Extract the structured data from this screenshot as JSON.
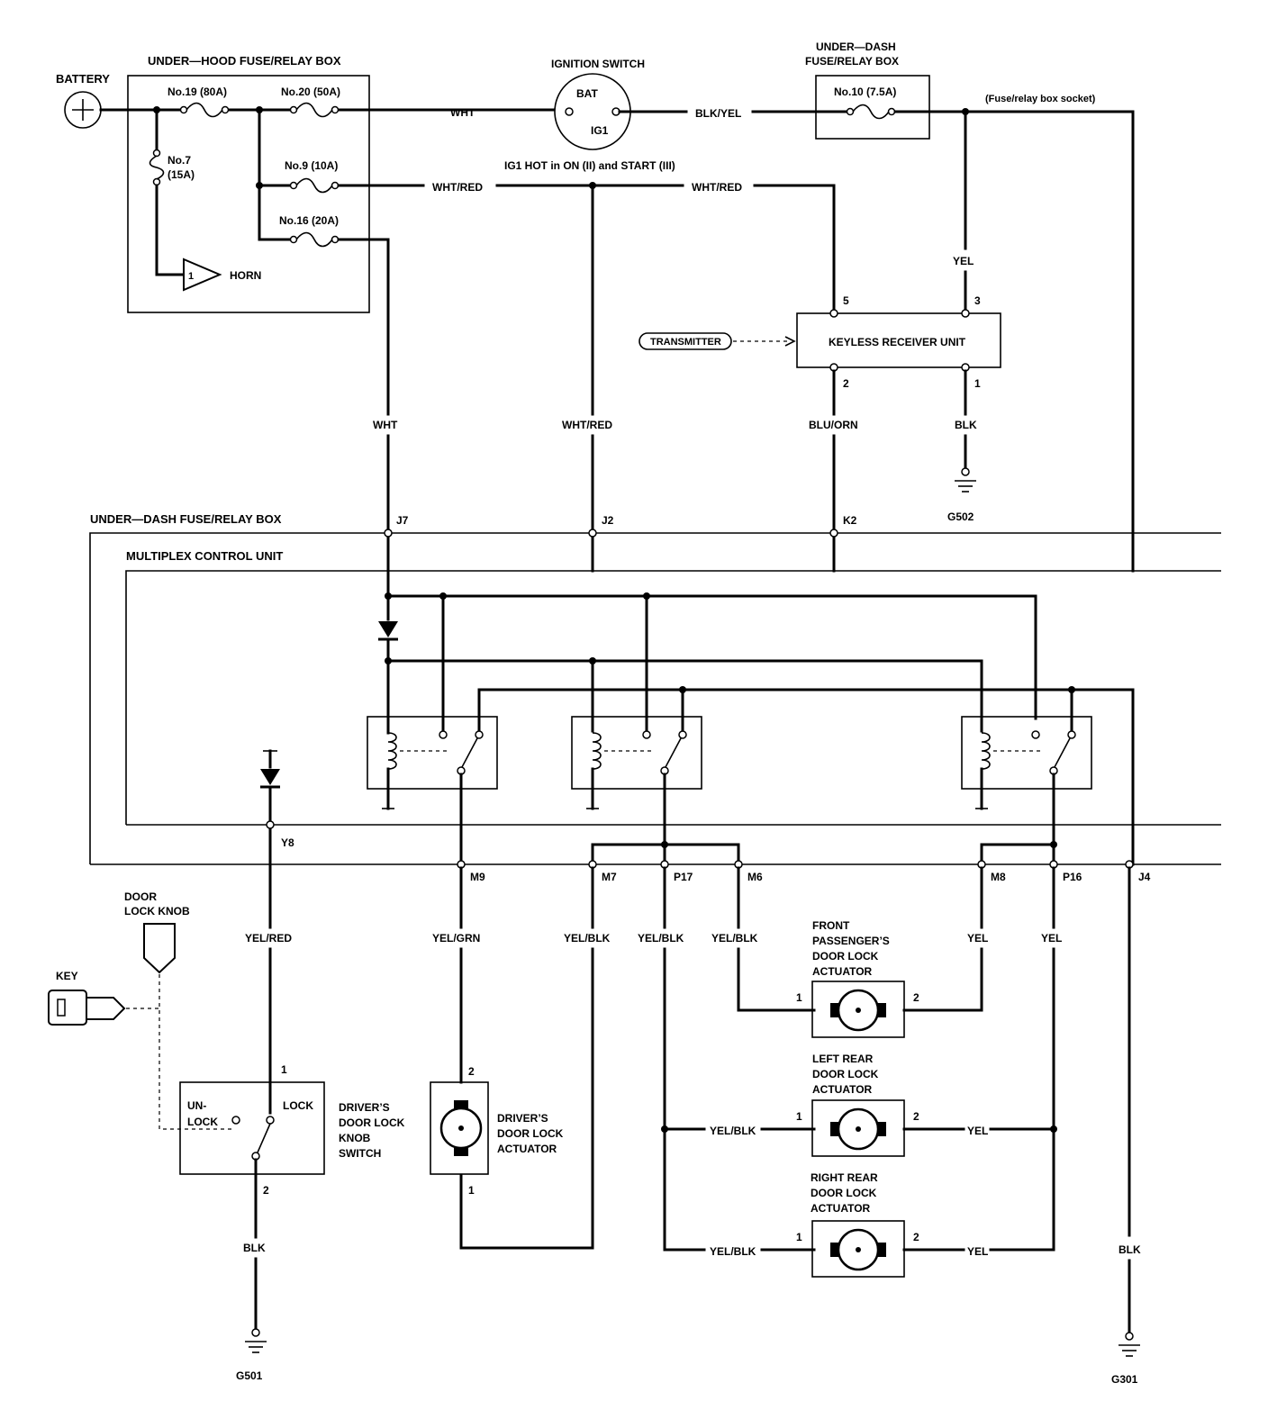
{
  "battery": {
    "label": "BATTERY"
  },
  "underhood": {
    "title": "UNDER—HOOD FUSE/RELAY BOX",
    "fuse19": "No.19 (80A)",
    "fuse20": "No.20 (50A)",
    "fuse7": "No.7",
    "fuse7_amp": "(15A)",
    "fuse9": "No.9 (10A)",
    "fuse16": "No.16 (20A)",
    "horn": "HORN",
    "horn_pin": "1"
  },
  "ignition": {
    "title": "IGNITION SWITCH",
    "bat": "BAT",
    "ig1": "IG1",
    "hot_note": "IG1 HOT in ON (II) and START (III)"
  },
  "underdash_top": {
    "title_line1": "UNDER—DASH",
    "title_line2": "FUSE/RELAY BOX",
    "fuse10": "No.10 (7.5A)",
    "socket": "(Fuse/relay box socket)"
  },
  "keyless": {
    "title": "KEYLESS RECEIVER UNIT",
    "transmitter": "TRANSMITTER",
    "pin5": "5",
    "pin3": "3",
    "pin2": "2",
    "pin1": "1"
  },
  "wires": {
    "wht": "WHT",
    "blk_yel": "BLK/YEL",
    "wht_red": "WHT/RED",
    "yel": "YEL",
    "blu_orn": "BLU/ORN",
    "blk": "BLK",
    "yel_red": "YEL/RED",
    "yel_grn": "YEL/GRN",
    "yel_blk": "YEL/BLK"
  },
  "grounds": {
    "g502": "G502",
    "g501": "G501",
    "g301": "G301"
  },
  "underdash_box": {
    "title": "UNDER—DASH FUSE/RELAY BOX"
  },
  "mcu": {
    "title": "MULTIPLEX CONTROL UNIT"
  },
  "connectors": {
    "j7": "J7",
    "j2": "J2",
    "k2": "K2",
    "y8": "Y8",
    "m9": "M9",
    "m7": "M7",
    "p17": "P17",
    "m6": "M6",
    "m8": "M8",
    "p16": "P16",
    "j4": "J4"
  },
  "knob": {
    "line1": "DOOR",
    "line2": "LOCK KNOB"
  },
  "key": {
    "label": "KEY"
  },
  "driver_switch": {
    "un": "UN-",
    "lock_left": "LOCK",
    "lock": "LOCK",
    "line1": "DRIVER’S",
    "line2": "DOOR LOCK",
    "line3": "KNOB",
    "line4": "SWITCH",
    "pin1": "1",
    "pin2": "2"
  },
  "driver_actuator": {
    "line1": "DRIVER’S",
    "line2": "DOOR LOCK",
    "line3": "ACTUATOR",
    "pin2": "2",
    "pin1": "1"
  },
  "front_pass": {
    "line1": "FRONT",
    "line2": "PASSENGER’S",
    "line3": "DOOR LOCK",
    "line4": "ACTUATOR",
    "pin1": "1",
    "pin2": "2"
  },
  "left_rear": {
    "line1": "LEFT REAR",
    "line2": "DOOR LOCK",
    "line3": "ACTUATOR",
    "pin1": "1",
    "pin2": "2"
  },
  "right_rear": {
    "line1": "RIGHT REAR",
    "line2": "DOOR LOCK",
    "line3": "ACTUATOR",
    "pin1": "1",
    "pin2": "2"
  }
}
